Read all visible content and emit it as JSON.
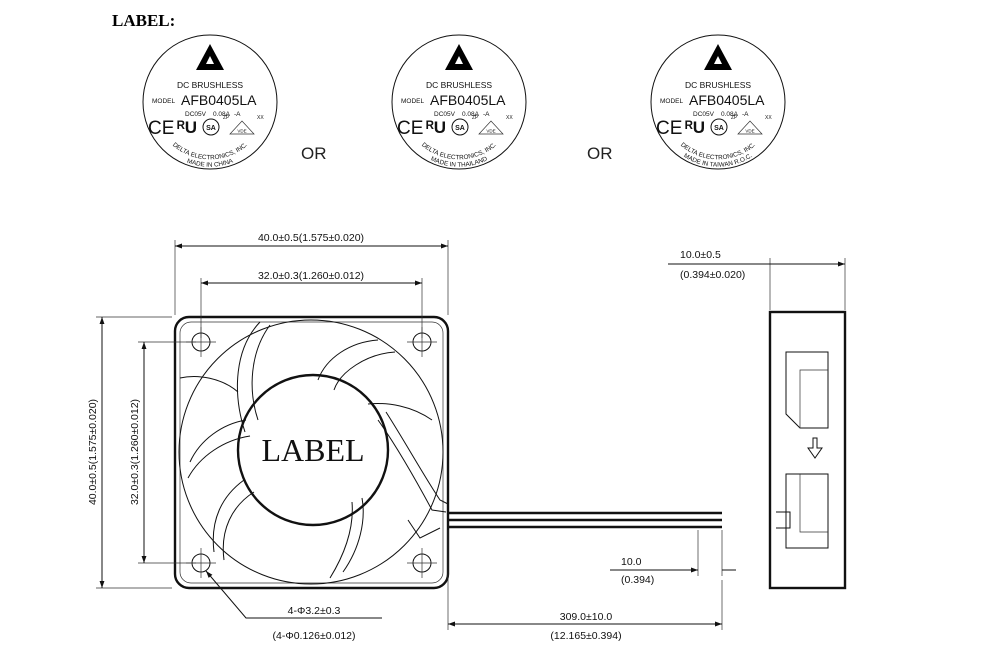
{
  "heading": "LABEL:",
  "separator": "OR",
  "labels": [
    {
      "type": "DC BRUSHLESS",
      "model_prefix": "MODEL",
      "model": "AFB0405LA",
      "rating_v": "DC05V",
      "rating_a": "0.08A",
      "suffix": "-A",
      "mark_zp": "ZP",
      "mark_xx": "XX",
      "mark_vde": "VDE",
      "ce": "CE",
      "ru": "ᴿU",
      "sa": "SA",
      "maker": "DELTA ELECTRONICS, INC.",
      "origin": "MADE IN CHINA"
    },
    {
      "type": "DC BRUSHLESS",
      "model_prefix": "MODEL",
      "model": "AFB0405LA",
      "rating_v": "DC05V",
      "rating_a": "0.08A",
      "suffix": "-A",
      "mark_zp": "ZP",
      "mark_xx": "XX",
      "mark_vde": "VDE",
      "ce": "CE",
      "ru": "ᴿU",
      "sa": "SA",
      "maker": "DELTA ELECTRONICS, INC.",
      "origin": "MADE IN THAILAND"
    },
    {
      "type": "DC BRUSHLESS",
      "model_prefix": "MODEL",
      "model": "AFB0405LA",
      "rating_v": "DC05V",
      "rating_a": "0.08A",
      "suffix": "-A",
      "mark_zp": "ZP",
      "mark_xx": "XX",
      "mark_vde": "VDE",
      "ce": "CE",
      "ru": "ᴿU",
      "sa": "SA",
      "maker": "DELTA ELECTRONICS, INC.",
      "origin": "MADE IN TAIWAN R.O.C."
    }
  ],
  "hub_label": "LABEL",
  "dimensions": {
    "overall_width": "40.0±0.5(1.575±0.020)",
    "hole_width": "32.0±0.3(1.260±0.012)",
    "overall_height": "40.0±0.5(1.575±0.020)",
    "hole_height": "32.0±0.3(1.260±0.012)",
    "hole_dia": "4-Φ3.2±0.3",
    "hole_dia_in": "(4-Φ0.126±0.012)",
    "thickness": "10.0±0.5",
    "thickness_in": "(0.394±0.020)",
    "strip": "10.0",
    "strip_in": "(0.394)",
    "lead": "309.0±10.0",
    "lead_in": "(12.165±0.394)"
  }
}
